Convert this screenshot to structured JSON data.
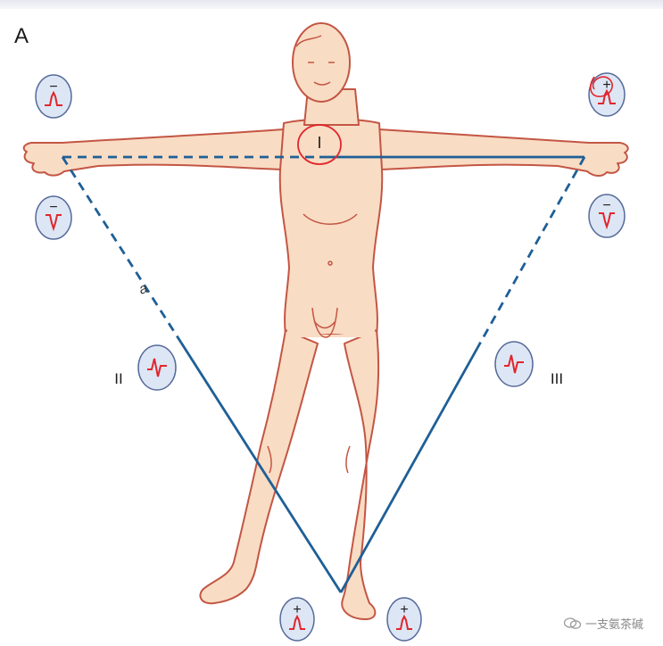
{
  "figure": {
    "panel_label": "A"
  },
  "leads": {
    "lead_I_label": "I",
    "lead_II_label": "II",
    "lead_III_label": "III"
  },
  "electrodes": {
    "right_arm_sign": "−",
    "left_arm_sign": "+",
    "left_leg_sign_lead2": "+",
    "left_leg_sign_lead3": "+"
  },
  "annotations": {
    "handwritten_mark": "a"
  },
  "colors": {
    "lead_line": "#1f5f96",
    "ecg_trace": "#e0262c",
    "badge_fill": "#dde6f5",
    "badge_stroke": "#556a9a",
    "skin": "#f9dcc4",
    "skin_outline": "#c35644"
  },
  "watermark": {
    "text": "一支氨茶碱"
  }
}
